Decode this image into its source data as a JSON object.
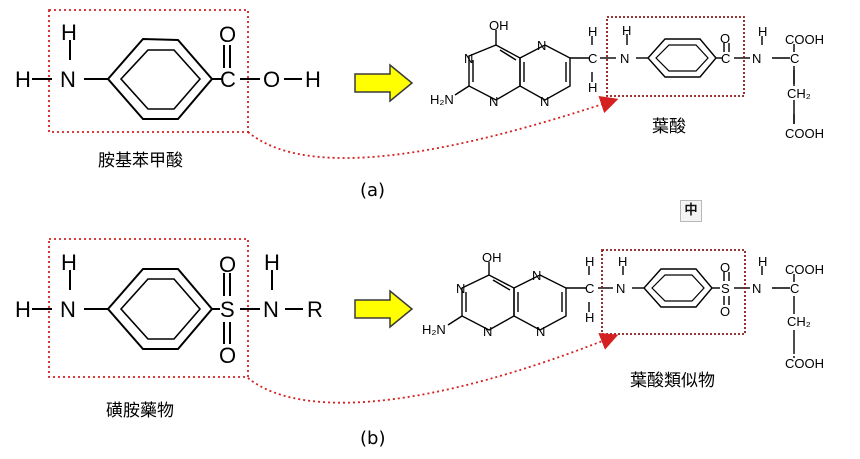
{
  "panel_a": {
    "label": "(a)",
    "left_name": "胺基苯甲酸",
    "right_name": "葉酸"
  },
  "panel_b": {
    "label": "(b)",
    "left_name": "磺胺藥物",
    "right_name": "葉酸類似物"
  },
  "atoms": {
    "H": "H",
    "N": "N",
    "O": "O",
    "C": "C",
    "S": "S",
    "R": "R",
    "OH": "OH",
    "H2N": "H₂N",
    "COOH": "COOH",
    "CH2": "CH₂"
  },
  "badge": "中",
  "colors": {
    "box": "#8b1a1a",
    "dots": "#d42020",
    "arrow_fill": "#ffff00",
    "arrow_stroke": "#3a3a3a"
  }
}
